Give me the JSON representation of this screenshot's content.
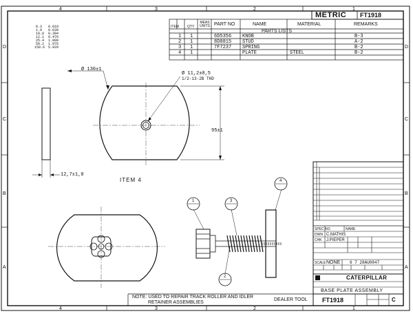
{
  "header": {
    "metric_label": "METRIC",
    "drawing_no": "FT1918"
  },
  "zones": {
    "top": [
      "4",
      "3",
      "2",
      "1"
    ],
    "bottom": [
      "4",
      "3",
      "2",
      "1"
    ],
    "left": [
      "D",
      "C",
      "B",
      "A"
    ],
    "right": [
      "D",
      "C",
      "B",
      "A"
    ]
  },
  "conversion": {
    "mm": [
      "0.3",
      "1.0",
      "10.0",
      "12.1",
      "25.4",
      "50.2",
      "150.6"
    ],
    "inch": [
      "0.010",
      "0.039",
      "0.394",
      "0.476",
      "1.000",
      "1.976",
      "5.929"
    ]
  },
  "parts_table": {
    "headers": {
      "item": "ITEM",
      "qty": "QTY",
      "meas_units": "MEAS UNITS",
      "part_no": "PART NO",
      "name": "NAME",
      "material": "MATERIAL",
      "remarks": "REMARKS"
    },
    "title": "PARTS LISTS",
    "rows": [
      {
        "item": "1",
        "qty": "1",
        "part_no": "6D5356",
        "name": "KNOB",
        "material": "",
        "remarks": "B-3"
      },
      {
        "item": "2",
        "qty": "1",
        "part_no": "8D8815",
        "name": "STUD",
        "material": "",
        "remarks": "A-2"
      },
      {
        "item": "3",
        "qty": "1",
        "part_no": "7F7237",
        "name": "SPRING",
        "material": "",
        "remarks": "B-2"
      },
      {
        "item": "4",
        "qty": "1",
        "part_no": "",
        "name": "PLATE",
        "material": "STEEL",
        "remarks": "B-2"
      }
    ]
  },
  "dimensions": {
    "outer_dia": "Ø 130±1",
    "hole_dia": "Ø 11,2±0,5",
    "thread": "1/2-13-2B THD",
    "height": "95±1",
    "thickness": "12,7±1,0"
  },
  "item_label": "ITEM 4",
  "balloons": {
    "b1": "1",
    "b2": "2",
    "b3": "3",
    "b4": "4"
  },
  "title_block": {
    "dwn": "DWN",
    "drawn_by": "C.MATHIS",
    "chk": "CHK",
    "checked_by": "J.PIEPER",
    "spec_no": "SPEC NO.",
    "name_label": "NAME",
    "scale_label": "SCALE",
    "scale": "NONE",
    "part_ref": "6 7 28AU0847",
    "brand": "CATERPILLAR",
    "title": "BASE PLATE ASSEMBLY",
    "dealer": "DEALER TOOL",
    "drawing_no": "FT1918",
    "size": "C"
  },
  "note": {
    "line1": "NOTE: USED TO REPAIR TRACK ROLLER AND IDLER",
    "line2": "RETAINER ASSEMBLIES"
  }
}
